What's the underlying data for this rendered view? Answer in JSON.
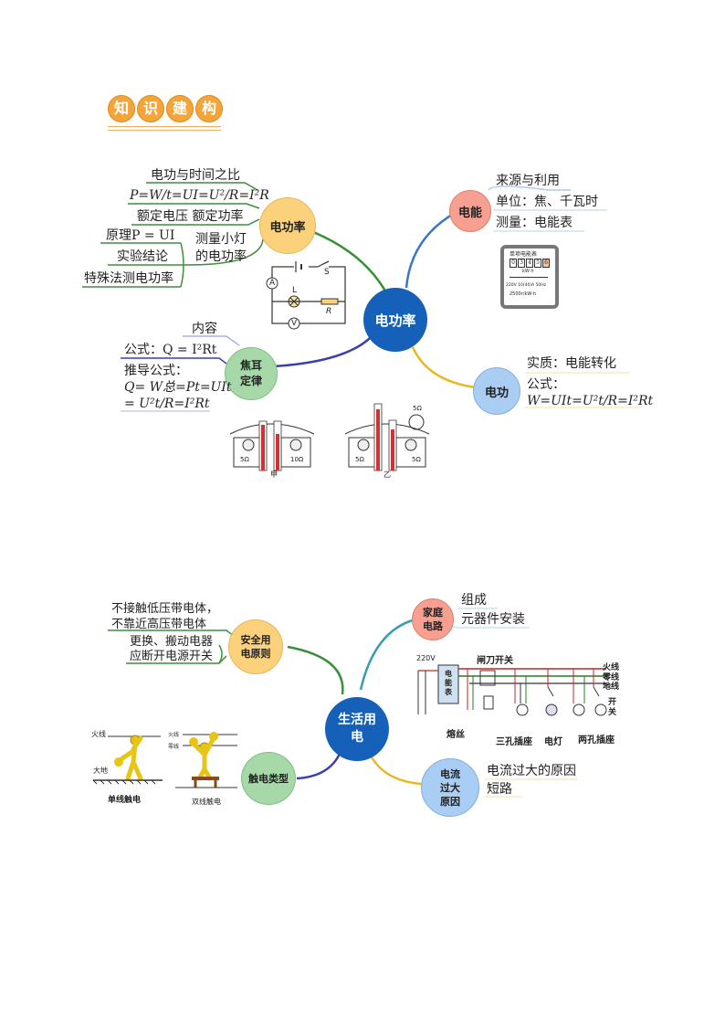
{
  "header": {
    "badge_chars": [
      "知",
      "识",
      "建",
      "构"
    ]
  },
  "map1": {
    "center": "电功率",
    "power_node": "电功率",
    "power_items": [
      "电功与时间之比",
      "P=W/t=UI=U²/R=I²R",
      "额定电压 额定功率",
      "原理P = UI",
      "实验结论",
      "特殊法测电功率"
    ],
    "measure_lamp": [
      "测量小灯",
      "的电功率"
    ],
    "circuit_labels": [
      "A",
      "L",
      "S",
      "V",
      "R"
    ],
    "energy_node": "电能",
    "energy_items": [
      "来源与利用",
      "单位：焦、千瓦时",
      "测量：电能表"
    ],
    "meter": {
      "title": "单项电能表",
      "digits": [
        "0",
        "3",
        "4",
        "5",
        "6"
      ],
      "unit": "kW·h",
      "spec": "220V 10(40)A 50Hz",
      "rev": "2500r/kW·h"
    },
    "joule_node": [
      "焦耳",
      "定律"
    ],
    "joule_items": [
      "内容",
      "公式：Q = I²Rt",
      "推导公式：",
      "Q= W总=Pt=UIt",
      "= U²t/R=I²Rt"
    ],
    "joule_exp_labels": [
      "5Ω",
      "10Ω",
      "甲",
      "5Ω",
      "5Ω",
      "乙",
      "5Ω"
    ],
    "work_node": "电功",
    "work_items": [
      "实质：电能转化",
      "公式：",
      "W=UIt=U²t/R=I²Rt"
    ]
  },
  "map2": {
    "center": [
      "生活用",
      "电"
    ],
    "home_node": [
      "家庭",
      "电路"
    ],
    "home_items": [
      "组成",
      "元器件安装"
    ],
    "circuit_labels": {
      "v220": "220V",
      "switch": "闸刀开关",
      "meter": [
        "电",
        "能",
        "表"
      ],
      "fire": "火线",
      "zero": "零线",
      "ground": "地线",
      "sw": [
        "开",
        "关"
      ],
      "fuse": "熔丝",
      "three": "三孔插座",
      "lamp": "电灯",
      "two": "两孔插座"
    },
    "safety_node": [
      "安全用",
      "电原则"
    ],
    "safety_items": [
      "不接触低压带电体，",
      "不靠近高压带电体",
      "更换、搬动电器",
      "应断开电源开关"
    ],
    "shock_node": "触电类型",
    "shock_labels": {
      "fire1": "火线",
      "ground": "大地",
      "single": "单线触电",
      "fire2": "火线",
      "zero": "零线",
      "double": "双线触电"
    },
    "current_node": [
      "电流",
      "过大",
      "原因"
    ],
    "current_items": [
      "电流过大的原因",
      "短路"
    ]
  },
  "colors": {
    "center_blue": "#1560b8",
    "orange": "#fbd17c",
    "blue_node": "#a9cdf3",
    "green_node": "#a6d8a8",
    "pink": "#f7a092"
  }
}
